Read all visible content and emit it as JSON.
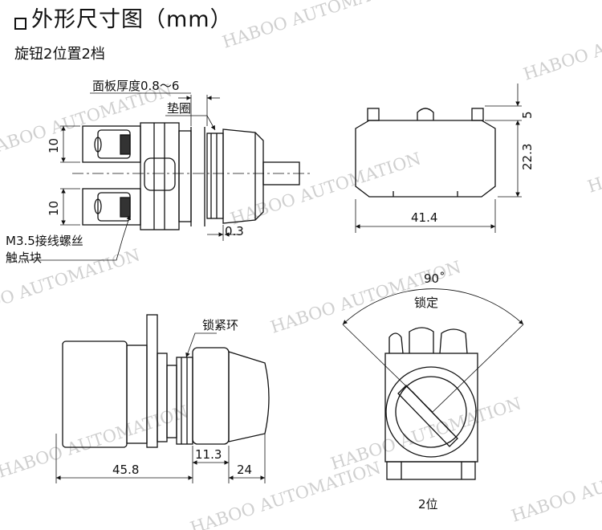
{
  "header": {
    "title": "外形尺寸图（mm）",
    "subtitle": "旋钮2位置2档"
  },
  "labels": {
    "panel_thickness": "面板厚度0.8～6",
    "gasket": "垫圈",
    "dim_10_top": "10",
    "dim_10_bottom": "10",
    "terminal_line1": "M3.5接线螺丝",
    "terminal_line2": "触点块",
    "dim_0_3": "0.3",
    "dim_5": "5",
    "dim_22_3": "22.3",
    "dim_41_4": "41.4",
    "lock_ring": "锁紧环",
    "dim_45_8": "45.8",
    "dim_11_3": "11.3",
    "dim_24": "24",
    "angle_90": "90˚",
    "locked": "锁定",
    "position_2": "2位"
  },
  "watermark": {
    "text": "HABOO AUTOMATION"
  }
}
